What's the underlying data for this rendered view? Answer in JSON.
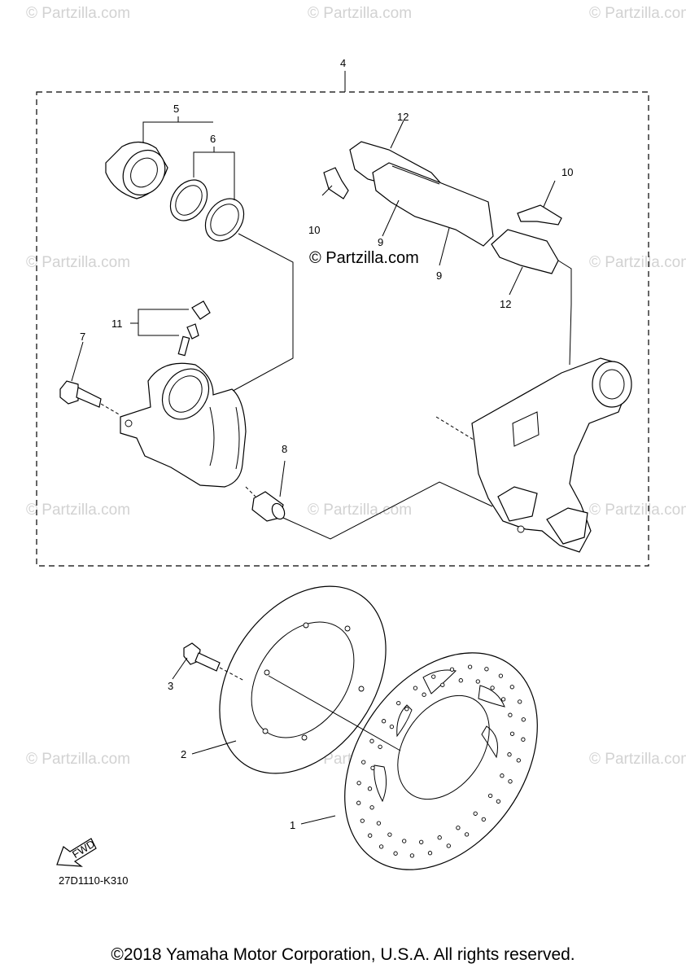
{
  "watermark": "© Partzilla.com",
  "center_watermark": "© Partzilla.com",
  "callouts": {
    "c1": "1",
    "c2": "2",
    "c3": "3",
    "c4": "4",
    "c5": "5",
    "c6": "6",
    "c7": "7",
    "c8": "8",
    "c9a": "9",
    "c9b": "9",
    "c10a": "10",
    "c10b": "10",
    "c11": "11",
    "c12a": "12",
    "c12b": "12"
  },
  "fwd_label": "FWD",
  "diagram_code": "27D1110-K310",
  "copyright": "©2018 Yamaha Motor Corporation, U.S.A. All rights reserved."
}
